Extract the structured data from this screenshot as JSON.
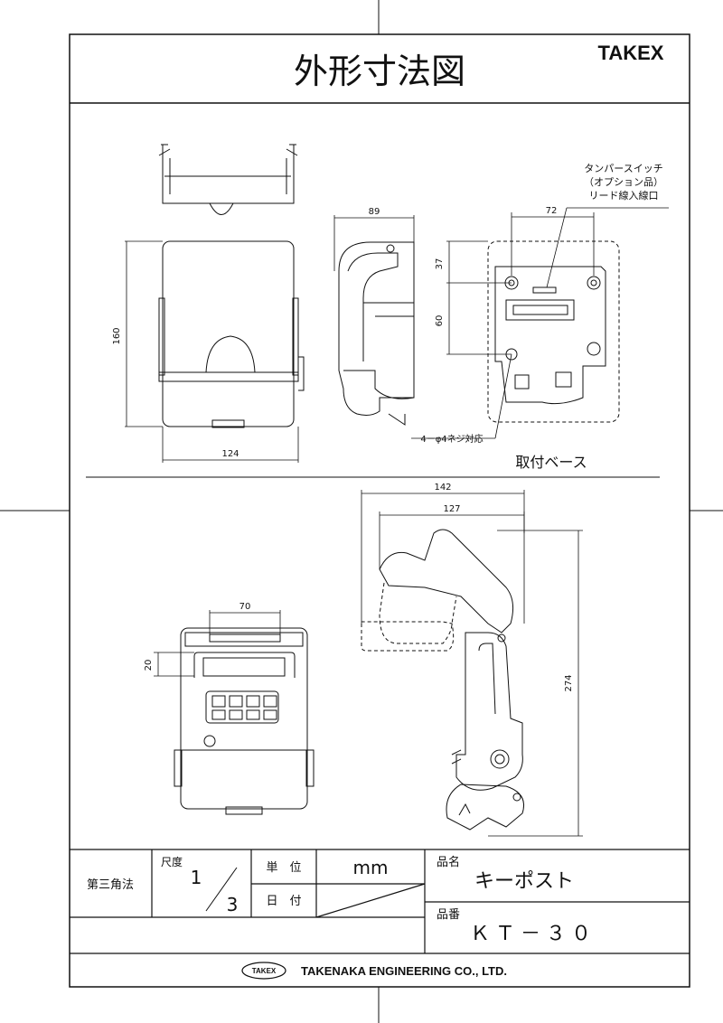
{
  "header": {
    "title": "外形寸法図",
    "brand": "TAKEX"
  },
  "dimensions": {
    "top_width": "124",
    "top_height": "160",
    "side_depth": "89",
    "base_width": "72",
    "base_upper": "37",
    "base_lower": "60",
    "open_outer": "142",
    "open_inner": "127",
    "open_height": "274",
    "front_width": "70",
    "front_small": "20"
  },
  "annotations": {
    "tamper_line1": "タンパースイッチ",
    "tamper_line2": "（オプション品）",
    "tamper_line3": "リード線入線口",
    "screw_note": "4－φ4ネジ対応",
    "base_label": "取付ベース"
  },
  "title_block": {
    "projection": "第三角法",
    "scale_label": "尺度",
    "scale_num": "1",
    "scale_den": "3",
    "unit_label": "単　位",
    "unit_value": "mm",
    "date_label": "日　付",
    "name_label": "品名",
    "name_value": "キーポスト",
    "number_label": "品番",
    "number_value": "ＫＴ－３０",
    "company_logo": "TAKEX",
    "company_name": "TAKENAKA ENGINEERING CO., LTD."
  }
}
